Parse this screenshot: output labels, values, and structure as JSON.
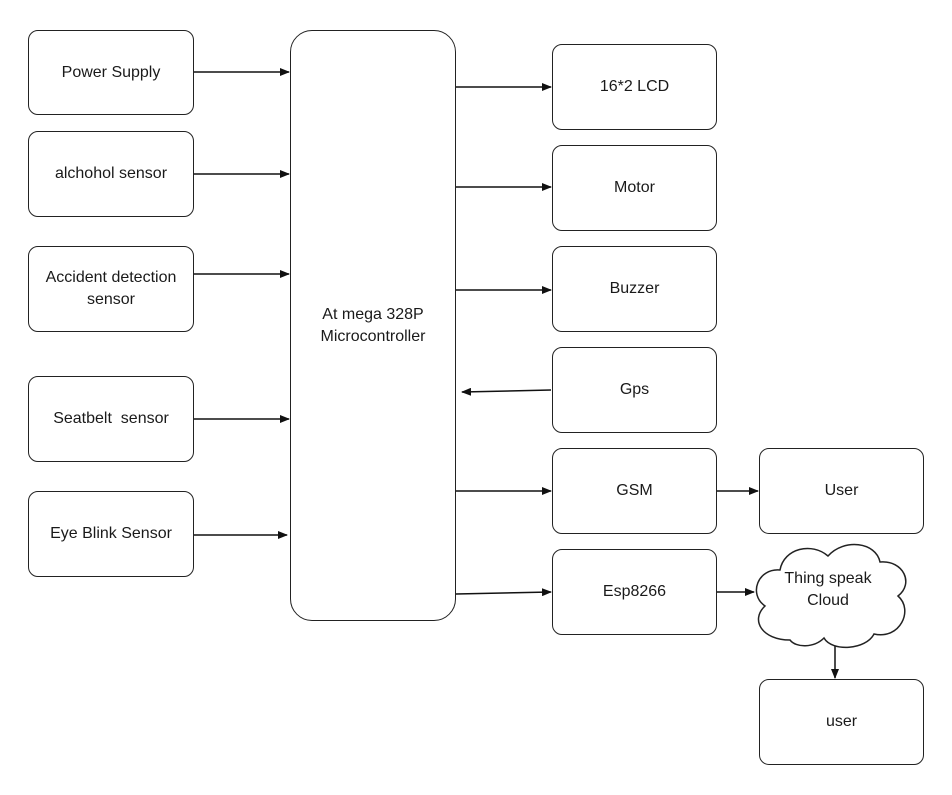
{
  "inputs": {
    "power_supply": "Power Supply",
    "alcohol_sensor": "alchohol sensor",
    "accident_sensor_line1": "Accident detection",
    "accident_sensor_line2": "sensor",
    "seatbelt_sensor": "Seatbelt  sensor",
    "eye_blink_sensor": "Eye Blink Sensor"
  },
  "microcontroller": {
    "line1": "At mega 328P",
    "line2": "Microcontroller"
  },
  "outputs": {
    "lcd": "16*2 LCD",
    "motor": "Motor",
    "buzzer": "Buzzer",
    "gps": "Gps",
    "gsm": "GSM",
    "esp": "Esp8266"
  },
  "cloud": {
    "line1": "Thing speak",
    "line2": "Cloud"
  },
  "endpoints": {
    "user_gsm": "User",
    "user_cloud": "user"
  },
  "colors": {
    "stroke": "#222222",
    "fill": "#ffffff",
    "text": "#1a1a1a"
  }
}
